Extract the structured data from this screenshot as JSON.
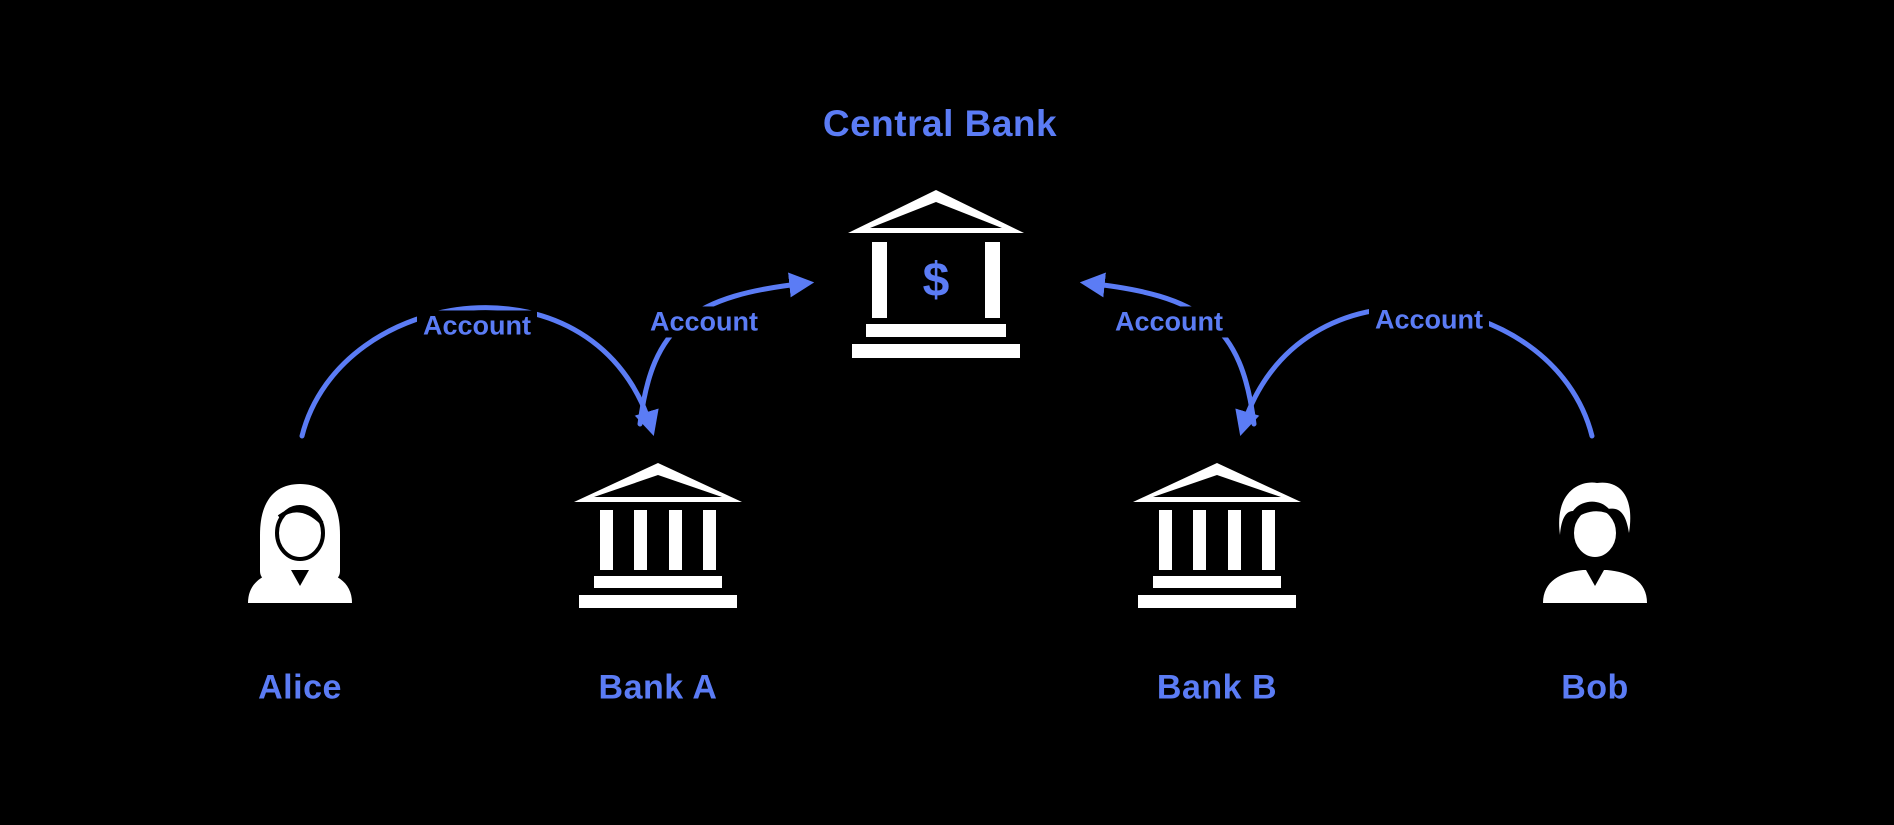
{
  "canvas": {
    "background_color": "#000000",
    "accent_color": "#5b7cf5",
    "icon_color": "#ffffff"
  },
  "nodes": {
    "central_bank": {
      "label": "Central Bank",
      "symbol": "$",
      "icon": "central-bank-building-icon"
    },
    "bank_a": {
      "label": "Bank A",
      "icon": "bank-building-icon"
    },
    "bank_b": {
      "label": "Bank B",
      "icon": "bank-building-icon"
    },
    "alice": {
      "label": "Alice",
      "icon": "woman-person-icon"
    },
    "bob": {
      "label": "Bob",
      "icon": "man-person-icon"
    }
  },
  "edges": [
    {
      "from": "Alice",
      "to": "Bank A",
      "label": "Account"
    },
    {
      "from": "Bank A",
      "to": "Central Bank",
      "label": "Account"
    },
    {
      "from": "Bank B",
      "to": "Central Bank",
      "label": "Account"
    },
    {
      "from": "Bob",
      "to": "Bank B",
      "label": "Account"
    }
  ]
}
